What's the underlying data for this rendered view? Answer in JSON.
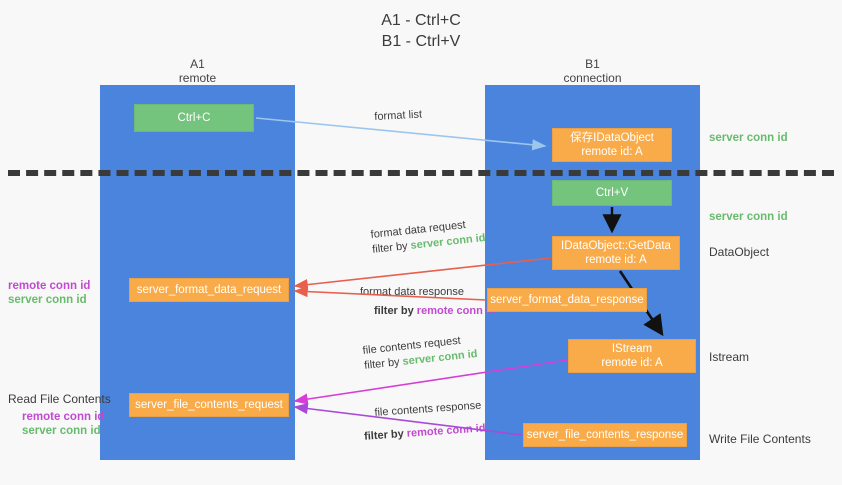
{
  "title": {
    "line1": "A1 - Ctrl+C",
    "line2": "B1 - Ctrl+V"
  },
  "columns": [
    {
      "name": "A1",
      "sub": "remote"
    },
    {
      "name": "B1",
      "sub": "connection"
    }
  ],
  "nodes": {
    "ctrl_c": {
      "label": "Ctrl+C",
      "sub": "",
      "color": "#74c47d"
    },
    "save_dataobj": {
      "label": "保存IDataObject",
      "sub": "remote id: A",
      "color": "#f9ab49"
    },
    "ctrl_v": {
      "label": "Ctrl+V",
      "sub": "",
      "color": "#74c47d"
    },
    "getdata": {
      "label": "IDataObject::GetData",
      "sub": "remote id: A",
      "color": "#f9ab49"
    },
    "fmt_data_req": {
      "label": "server_format_data_request",
      "sub": "",
      "color": "#f9ab49"
    },
    "fmt_data_res": {
      "label": "server_format_data_response",
      "sub": "",
      "color": "#f9ab49"
    },
    "istream": {
      "label": "IStream",
      "sub": "remote id: A",
      "color": "#f9ab49"
    },
    "file_req": {
      "label": "server_file_contents_request",
      "sub": "",
      "color": "#f9ab49"
    },
    "file_res": {
      "label": "server_file_contents_response",
      "sub": "",
      "color": "#f9ab49"
    }
  },
  "edge_labels": {
    "format_list": {
      "line1": "format list",
      "line2": "",
      "filter_by": "",
      "filter_value": ""
    },
    "format_data_request": {
      "line1": "format data request",
      "filter_by": "filter by ",
      "filter_value": "server conn id"
    },
    "format_data_response": {
      "line1": "format data response",
      "filter_by": "filter by ",
      "filter_value": "remote conn id"
    },
    "file_contents_request": {
      "line1": "file contents request",
      "filter_by": "filter by ",
      "filter_value": "server conn id"
    },
    "file_contents_response": {
      "line1": "file contents response",
      "filter_by": "filter by ",
      "filter_value": "remote conn id"
    }
  },
  "annotations": {
    "server_conn_id_top": "server conn id",
    "server_conn_id_second": "server conn id",
    "dataobject": "DataObject",
    "istream": "Istream",
    "write_file_contents": "Write File Contents",
    "read_file_contents": "Read File Contents",
    "remote_conn_id": "remote conn id",
    "server_conn_id": "server conn id"
  },
  "colors": {
    "lane": "#4a84dd",
    "green_node": "#74c47d",
    "orange_node": "#f9ab49",
    "green_text": "#68bb6e",
    "purple_text": "#c24ad1",
    "arrow_blue": "#9cc6ee",
    "arrow_red": "#e8604c",
    "arrow_black": "#111111",
    "arrow_magenta": "#d63fd6",
    "arrow_purple": "#a84ad6",
    "divider": "#3a3a3a",
    "background": "#f8f8f8"
  }
}
